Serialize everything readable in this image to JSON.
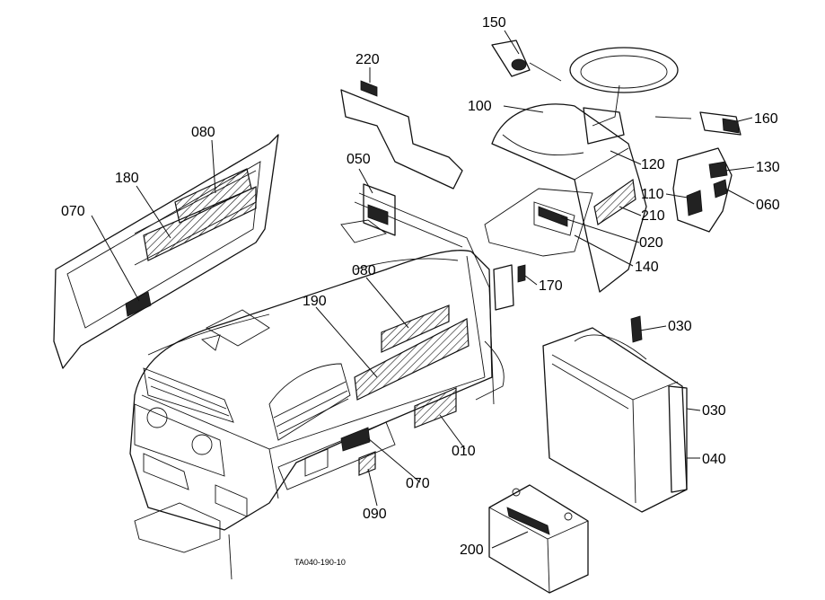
{
  "figure_code": "TA040-190-10",
  "labels": {
    "p150": "150",
    "p220": "220",
    "p100": "100",
    "p160": "160",
    "p080a": "080",
    "p050": "050",
    "p120": "120",
    "p130": "130",
    "p180": "180",
    "p110": "110",
    "p060": "060",
    "p210": "210",
    "p070a": "070",
    "p020": "020",
    "p140": "140",
    "p170": "170",
    "p080b": "080",
    "p030a": "030",
    "p190": "190",
    "p030b": "030",
    "p010": "010",
    "p040": "040",
    "p070b": "070",
    "p090": "090",
    "p200": "200"
  }
}
